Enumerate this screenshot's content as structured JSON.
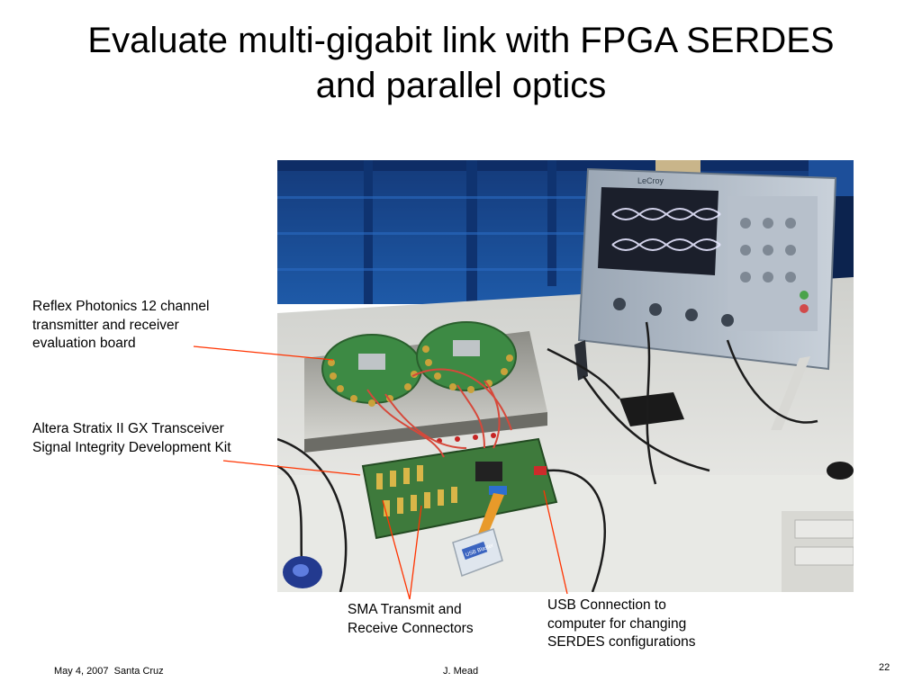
{
  "slide": {
    "title_line1": "Evaluate multi-gigabit link with FPGA SERDES",
    "title_line2": "and parallel optics"
  },
  "annotations": {
    "reflex": {
      "line1": "Reflex Photonics   12 channel",
      "line2": "transmitter and receiver",
      "line3": "evaluation board"
    },
    "altera": {
      "line1": "Altera Stratix II GX Transceiver",
      "line2": "Signal Integrity Development Kit"
    },
    "sma": {
      "line1": "SMA Transmit and",
      "line2": "Receive Connectors"
    },
    "usb": {
      "line1": "USB Connection to",
      "line2": "computer for changing",
      "line3": "SERDES configurations"
    }
  },
  "footer": {
    "date_location": "May 4, 2007  Santa Cruz",
    "author": "J. Mead",
    "page_number": "22"
  },
  "colors": {
    "callout_line": "#ff3300",
    "wall_blue": "#1d4f9a",
    "board_green": "#3e7a3c",
    "table_white": "#e6e7e3"
  },
  "photo": {
    "scope_brand": "LeCroy",
    "usb_blaster_label": "USB Blaster"
  }
}
